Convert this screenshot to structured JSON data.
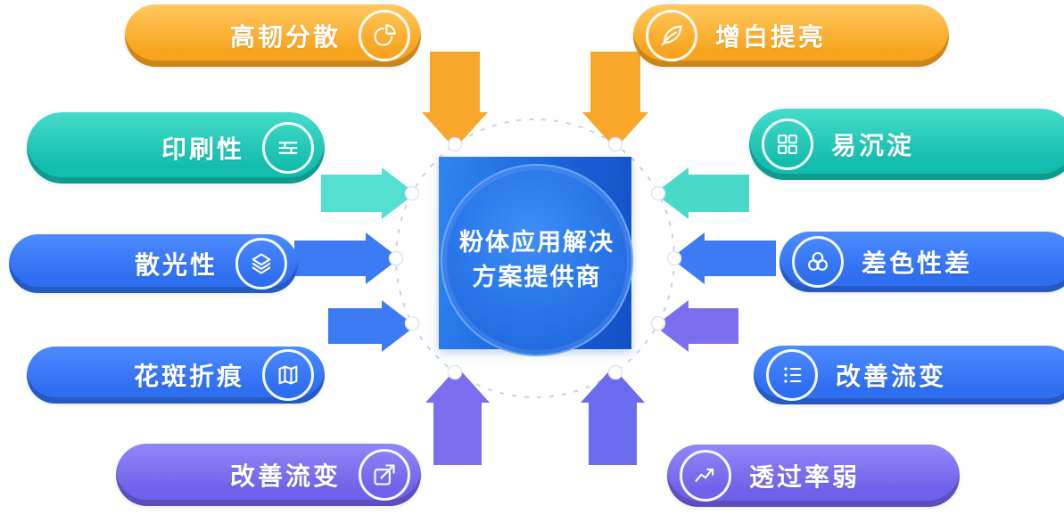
{
  "center": {
    "line1": "粉体应用解决",
    "line2": "方案提供商"
  },
  "left_items": [
    {
      "label": "高韧分散",
      "icon": "pie-chart-icon",
      "color": "#F9A72B"
    },
    {
      "label": "印刷性",
      "icon": "printer-icon",
      "color": "#1EC5B6"
    },
    {
      "label": "散光性",
      "icon": "layers-icon",
      "color": "#3D7BF5"
    },
    {
      "label": "花斑折痕",
      "icon": "map-icon",
      "color": "#3D7BF5"
    },
    {
      "label": "改善流变",
      "icon": "arrow-out-icon",
      "color": "#7B6FF0"
    }
  ],
  "right_items": [
    {
      "label": "增白提亮",
      "icon": "leaf-icon",
      "color": "#F9A72B"
    },
    {
      "label": "易沉淀",
      "icon": "puzzle-icon",
      "color": "#1EC5B6"
    },
    {
      "label": "差色性差",
      "icon": "tri-circles-icon",
      "color": "#3D7BF5"
    },
    {
      "label": "改善流变",
      "icon": "list-icon",
      "color": "#3D7BF5"
    },
    {
      "label": "透过率弱",
      "icon": "trend-line-icon",
      "color": "#7B6FF0"
    }
  ],
  "colors": {
    "orange": "#F9A72B",
    "teal": "#1EC5B6",
    "blue": "#3D7BF5",
    "purple": "#7B6FF0",
    "center_blue": "#1E6AE0"
  }
}
